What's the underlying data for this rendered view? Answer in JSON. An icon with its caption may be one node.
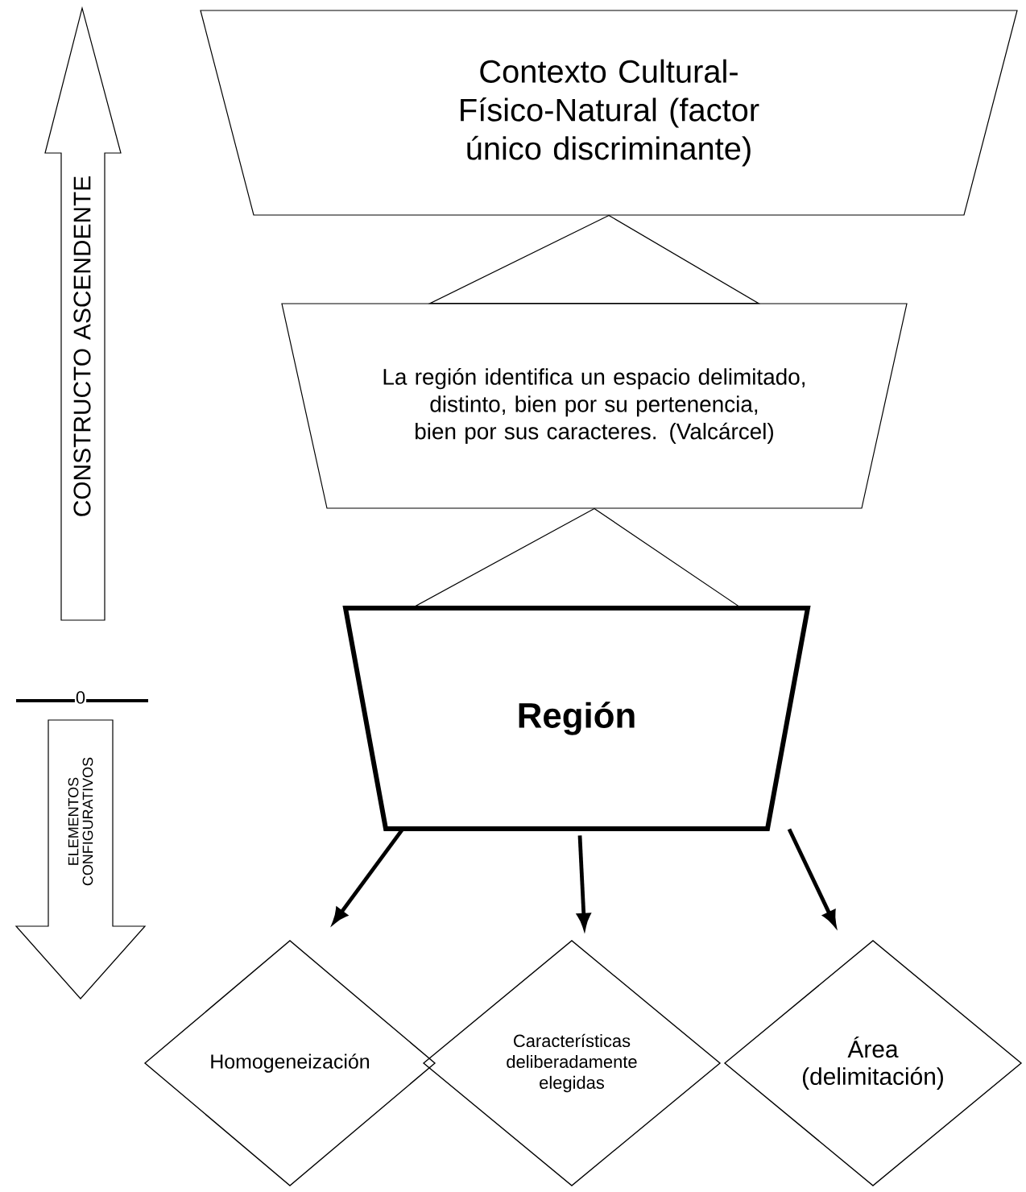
{
  "diagram": {
    "nodes": [
      {
        "text": [
          "Contexto Cultural-Físico-Natural (factor único discriminante)"
        ]
      },
      {
        "text": [
          "La región identifica un espacio delimitado, distinto, bien por su   pertenencia, bien por sus caracteres. (Valcárcel)"
        ]
      },
      {
        "text": [
          "Región"
        ]
      },
      {
        "text": [
          "Homogeneización"
        ]
      },
      {
        "text": [
          "Características deliberadamente elegidas"
        ]
      },
      {
        "text": [
          "Área (delimitación)"
        ]
      },
      {
        "text": [
          "CONSTRUCTO ASCENDENTE"
        ]
      },
      {
        "text": [
          "ELEMENTOS CONFIGURATIVOS"
        ]
      }
    ],
    "edges": [
      {
        "from": 1,
        "to": 0,
        "arrow": "to"
      },
      {
        "from": 2,
        "to": 1,
        "arrow": "to"
      },
      {
        "from": 2,
        "to": 3,
        "arrow": "to"
      },
      {
        "from": 2,
        "to": 4,
        "arrow": "to"
      },
      {
        "from": 2,
        "to": 5,
        "arrow": "to"
      }
    ],
    "labels": [
      "0"
    ]
  }
}
